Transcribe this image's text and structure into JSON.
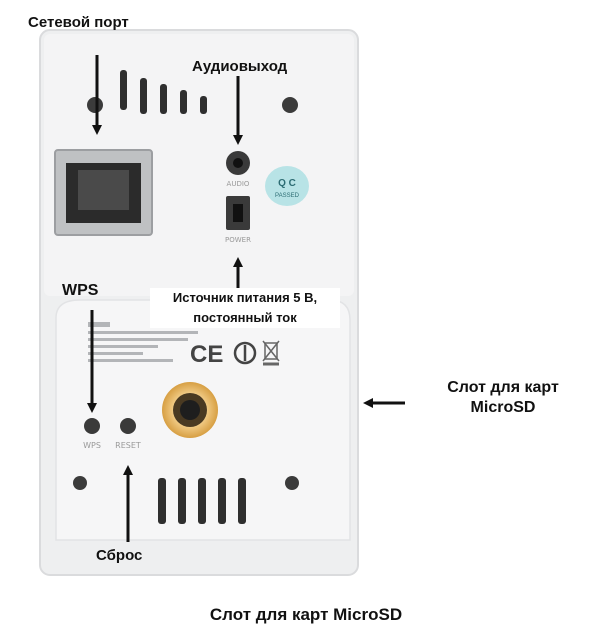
{
  "labels": {
    "network_port": "Сетевой порт",
    "audio_out": "Аудиовыход",
    "wps": "WPS",
    "power_line1": "Источник питания 5 В,",
    "power_line2": "постоянный ток",
    "microsd_line1": "Слот для карт",
    "microsd_line2": "MicroSD",
    "reset": "Сброс",
    "caption": "Слот для карт MicroSD"
  },
  "device": {
    "ce_mark": "CE",
    "qc_sticker": "Q C",
    "qc_sub": "PASSED",
    "port_audio": "AUDIO",
    "port_power": "POWER",
    "btn_wps": "WPS",
    "btn_reset": "RESET"
  },
  "colors": {
    "body": "#eeeff0",
    "panel_shadow": "#d7d8da",
    "port": "#bfc1c3",
    "hole": "#2a2a2a",
    "mount_ring": "#e3b265",
    "sticker": "#b8e3e6",
    "arrow": "#111111"
  }
}
